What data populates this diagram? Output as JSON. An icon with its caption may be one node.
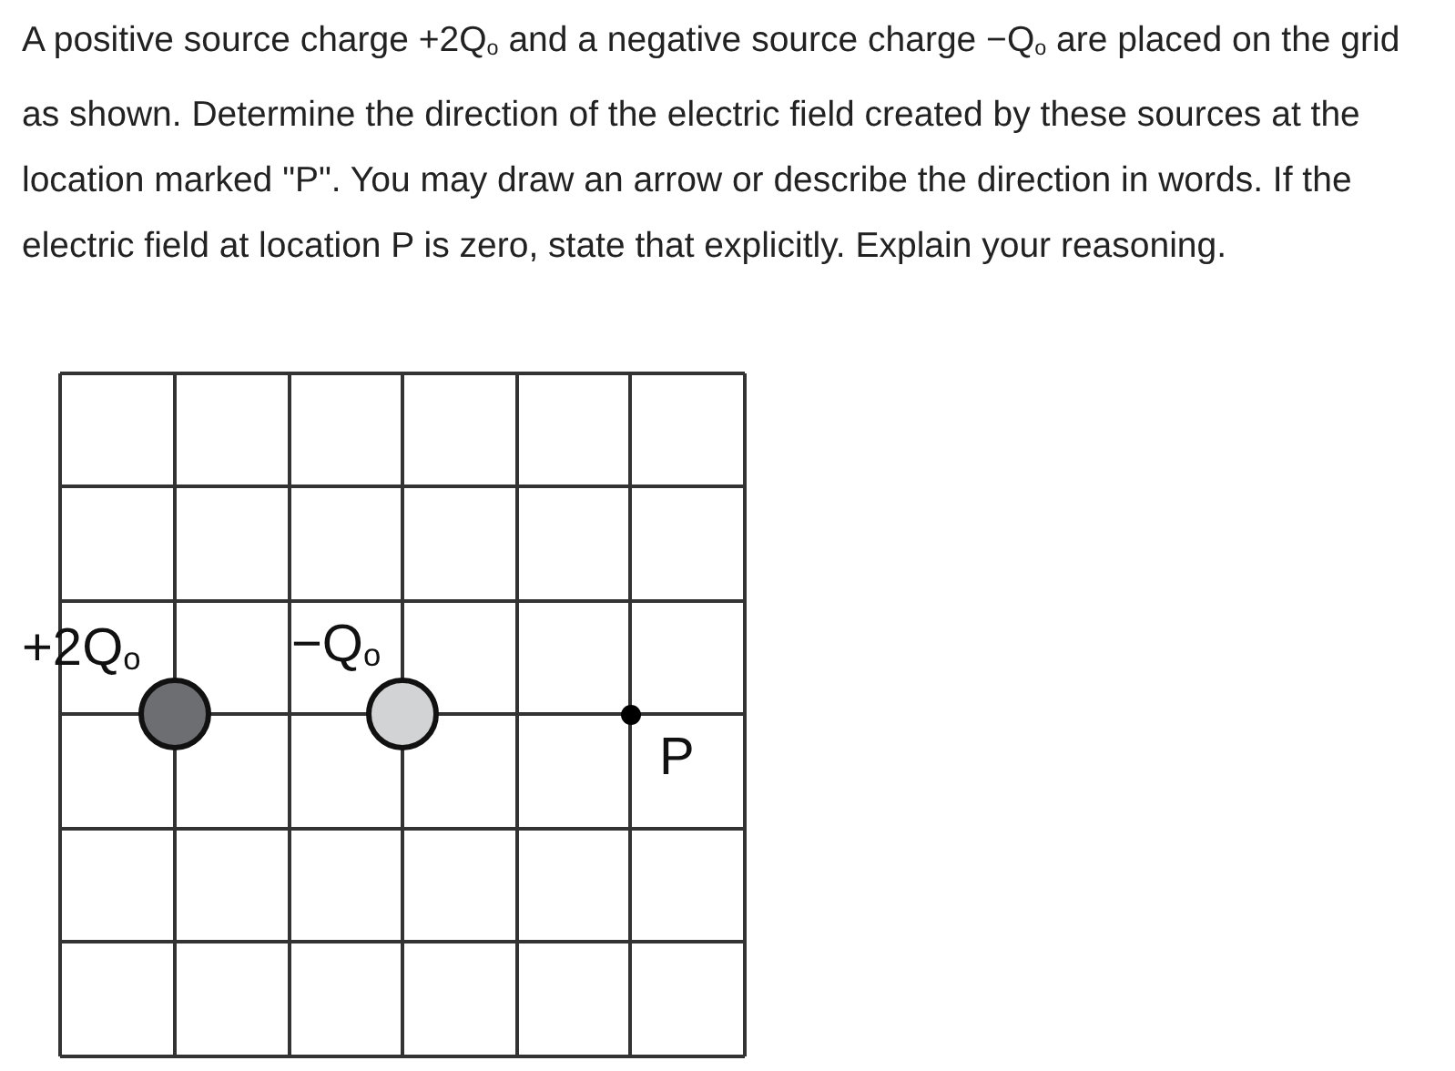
{
  "diagram": {
    "nodes": [
      {
        "text": [],
        "shape": "circle",
        "beside": [
          "+2Q$_{o}$"
        ]
      },
      {
        "text": [],
        "shape": "circle",
        "beside": [
          "−Q$_{o}$"
        ]
      },
      {
        "text": [],
        "shape": "dot",
        "beside": [
          "P"
        ]
      }
    ],
    "edges": [],
    "labels": [
      "A positive source charge +2Q$_{o}$ and a negative source charge −Q$_{o}$ are placed on the grid as shown.  Determine the direction of the electric field created by these sources at the location marked \"P\".  You may draw an arrow or describe the direction in words.  If the electric field at location P is zero, state that explicitly.  Explain your reasoning."
    ]
  }
}
